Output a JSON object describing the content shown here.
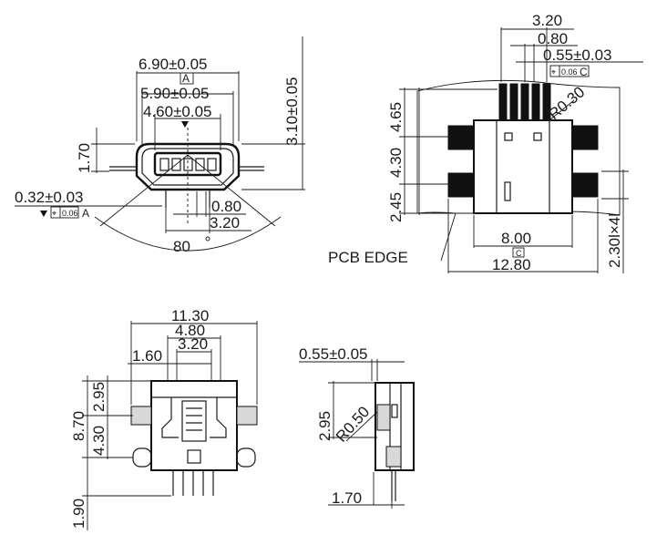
{
  "views": {
    "front": {
      "dims": {
        "width_outer": "6.90±0.05",
        "datum_a": "A",
        "width_mid": "5.90±0.05",
        "width_inner": "4.60±0.05",
        "height": "3.10±0.05",
        "shell_height": "1.70",
        "pin_tol": "0.32±0.03",
        "gtol_value": "0.06",
        "gtol_datum": "A",
        "pitch": "0.80",
        "pin_span": "3.20",
        "angle": "80"
      }
    },
    "pcb": {
      "dims": {
        "pin_span": "3.20",
        "pitch": "0.80",
        "pin_width": "0.55±0.03",
        "gtol_value": "0.06",
        "gtol_datum": "C",
        "radius": "R0.30",
        "pad_h1": "4.65",
        "pad_h2": "4.30",
        "pad_h3": "2.45",
        "body_width": "8.00",
        "datum_c": "C",
        "total_width": "12.80",
        "slot": "2.30l×4l",
        "pcb_edge_label": "PCB EDGE"
      }
    },
    "top": {
      "dims": {
        "total_width": "11.30",
        "w1": "4.80",
        "w2": "3.20",
        "w3": "1.60",
        "h_total": "8.70",
        "h1": "2.95",
        "h2": "4.30",
        "h3": "1.90"
      }
    },
    "side": {
      "dims": {
        "pin_width": "0.55±0.05",
        "height": "2.95",
        "radius": "R0.50",
        "tail": "1.70"
      }
    }
  },
  "colors": {
    "line": "#1a1a1a",
    "pad": "#111111",
    "shade": "#d8d8d8"
  }
}
